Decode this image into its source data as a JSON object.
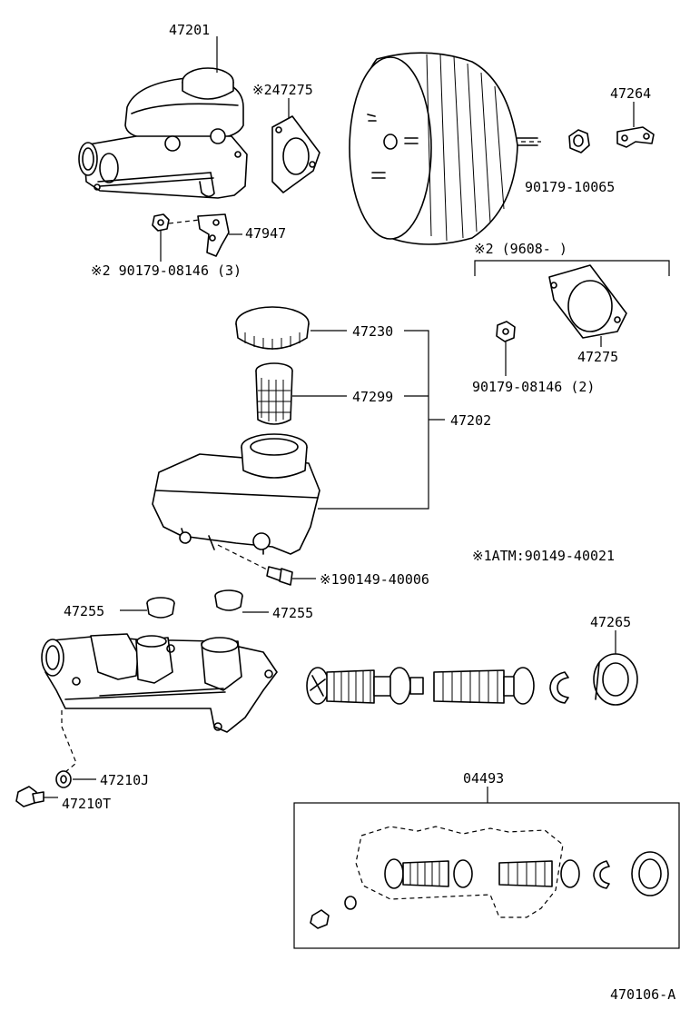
{
  "labels": {
    "p47201": "47201",
    "p247275": "※247275",
    "p47264": "47264",
    "p90179_10065": "90179-10065",
    "p47947": "47947",
    "p2_90179_08146_3": "※2 90179-08146 (3)",
    "p2_9608": "※2 (9608-    )",
    "p47230": "47230",
    "p47299": "47299",
    "p47202": "47202",
    "p47275": "47275",
    "p90179_08146_2": "90179-08146 (2)",
    "p1atm": "※1ATM:90149-40021",
    "p190149_40006": "※190149-40006",
    "p47255_a": "47255",
    "p47255_b": "47255",
    "p47265": "47265",
    "p47210j": "47210J",
    "p47210t": "47210T",
    "p04493": "04493",
    "figure_code": "470106-A"
  }
}
